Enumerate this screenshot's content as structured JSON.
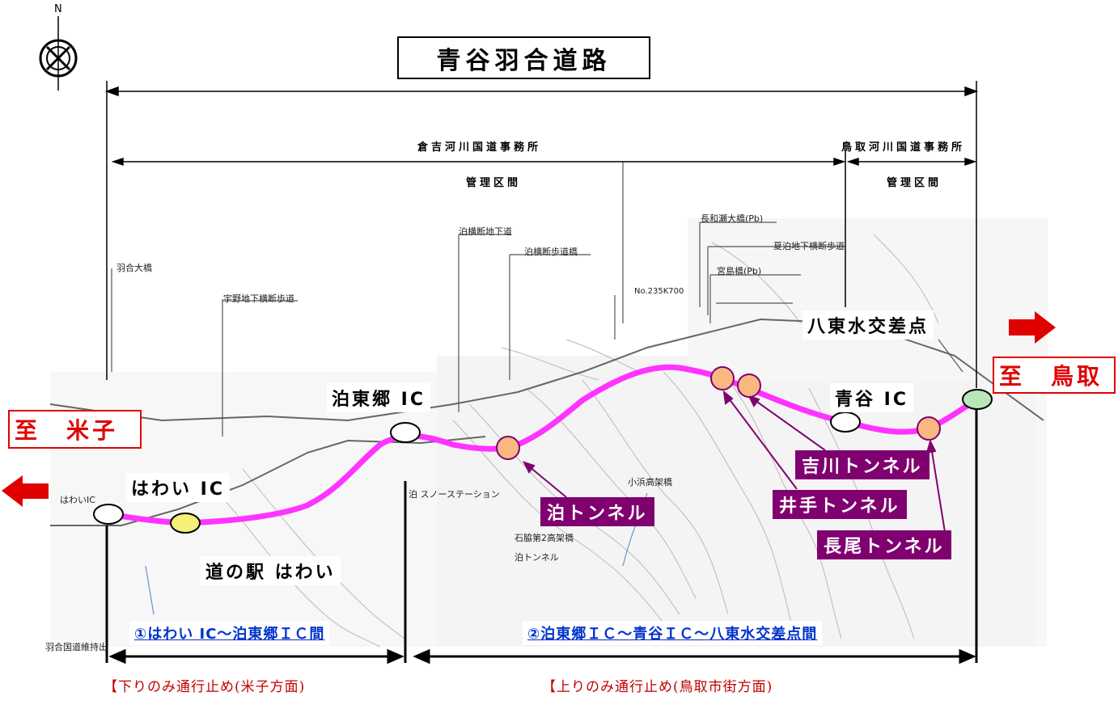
{
  "title": "青谷羽合道路",
  "compass": {
    "north_label": "N"
  },
  "offices": {
    "kurayoshi": "倉吉河川国道事務所",
    "tottori": "鳥取河川国道事務所",
    "kanri": "管理区間"
  },
  "destinations": {
    "yonago": "至　米子",
    "tottori": "至　鳥取"
  },
  "interchanges": {
    "hawai": "はわい IC",
    "tomari": "泊東郷 IC",
    "aoya": "青谷 IC",
    "yatsuka": "八東水交差点",
    "michinoeki": "道の駅 はわい"
  },
  "tunnels": {
    "tomari": "泊トンネル",
    "yoshikawa": "吉川トンネル",
    "ide": "井手トンネル",
    "nagao": "長尾トンネル"
  },
  "sections": {
    "s1": "①はわい IC～泊東郷ＩＣ間",
    "s2": "②泊東郷ＩＣ～青谷ＩＣ～八東水交差点間"
  },
  "closures": {
    "down": "【下りのみ通行止め(米子方面)",
    "up": "【上りのみ通行止め(鳥取市街方面)"
  },
  "map_labels": {
    "hawai_bridge": "羽合大橋",
    "uno_underpass": "宇野地下横断歩道",
    "tomari_underpass": "泊横断地下道",
    "tomari_footbridge": "泊横断歩道橋",
    "kp": "No.235K700",
    "nagase_bridge": "長和瀬大橋(Pb)",
    "natsudomari": "夏泊地下横断歩道",
    "miyajima_bridge": "宮島橋(Pb)",
    "kohama_bridge": "小浜高架橋",
    "snow_station": "泊 スノーステーション",
    "tomari_tunnel_small": "泊トンネル",
    "hawai_ic_small": "はわいIC",
    "ishiwaki": "石脇第2高架橋",
    "hawai_office": "羽合国道維持出"
  },
  "colors": {
    "route": "#ff33ff",
    "tunnel_marker": "#f8b880",
    "tunnel_label_bg": "#800070",
    "dest_red": "#e00000",
    "link_blue": "#0033cc",
    "closure_red": "#c00000",
    "station_yellow": "#f4f078",
    "junction_green": "#b8e8b8"
  },
  "icons": [
    "compass-icon",
    "arrow-left-icon",
    "arrow-right-icon"
  ]
}
